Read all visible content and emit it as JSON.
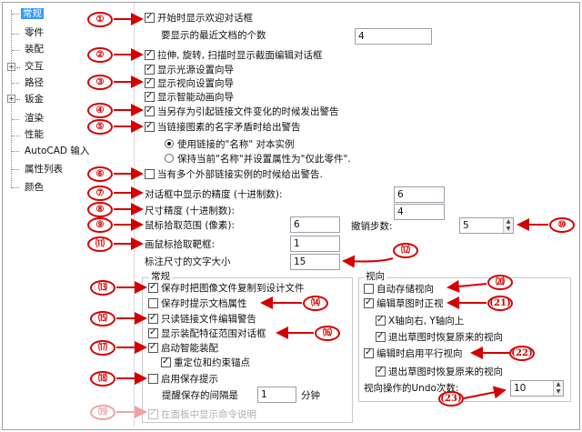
{
  "colors": {
    "annotation": "#d40000",
    "annotation_faded": "#f1a3a3",
    "selection": "#3399ff"
  },
  "tree": {
    "items": [
      {
        "label": "常规",
        "selected": true
      },
      {
        "label": "零件"
      },
      {
        "label": "装配"
      },
      {
        "label": "交互",
        "expander": "+"
      },
      {
        "label": "路径"
      },
      {
        "label": "钣金",
        "expander": "+"
      },
      {
        "label": "渲染"
      },
      {
        "label": "性能"
      },
      {
        "label": "AutoCAD 输入"
      },
      {
        "label": "属性列表"
      },
      {
        "label": "颜色"
      }
    ]
  },
  "options": {
    "show_welcome": {
      "label": "开始时显示欢迎对话框",
      "checked": true
    },
    "recent_docs": {
      "label": "要显示的最近文档的个数",
      "value": "4"
    },
    "show_section_dialog": {
      "label": "拉伸, 旋转, 扫描时显示截面编辑对话框",
      "checked": true
    },
    "light_wizard": {
      "label": "显示光源设置向导",
      "checked": true
    },
    "view_wizard": {
      "label": "显示视向设置向导",
      "checked": true
    },
    "anim_wizard": {
      "label": "显示智能动画向导",
      "checked": true
    },
    "save_as_warn": {
      "label": "当另存为引起链接文件变化的时候发出警告",
      "checked": true
    },
    "link_name_warn": {
      "label": "当链接图素的名字矛盾时给出警告",
      "checked": true
    },
    "radio_use_name": {
      "label": "使用链接的\"名称\" 对本实例",
      "selected": true
    },
    "radio_keep_name": {
      "label": "保持当前\"名称\"并设置属性为\"仅此零件\".",
      "selected": false
    },
    "multi_ext_warn": {
      "label": "当有多个外部链接实例的时候给出警告.",
      "checked": false
    },
    "dialog_precision": {
      "label": "对话框中显示的精度 (十进制数):",
      "value": "6"
    },
    "dim_precision": {
      "label": "尺寸精度 (十进制数):",
      "value": "4"
    },
    "pick_range": {
      "label": "鼠标拾取范围 (像素):",
      "value": "6"
    },
    "undo_steps": {
      "label": "撤销步数:",
      "value": "5"
    },
    "pick_target": {
      "label": "画鼠标拾取靶框:",
      "value": "1"
    },
    "label_size": {
      "label": "标注尺寸的文字大小",
      "value": "15"
    }
  },
  "general_group": {
    "title": "常规",
    "save_preview": {
      "label": "保存时把图像文件复制到设计文件",
      "checked": true
    },
    "prompt_props": {
      "label": "保存时提示文档属性",
      "checked": false
    },
    "readonly_warn": {
      "label": "只读链接文件编辑警告",
      "checked": true
    },
    "assembly_range": {
      "label": "显示装配特征范围对话框",
      "checked": true
    },
    "smart_assembly": {
      "label": "启动智能装配",
      "checked": true
    },
    "reposition_anchor": {
      "label": "重定位和约束锚点",
      "checked": true
    },
    "save_reminder": {
      "label": "启用保存提示",
      "checked": false
    },
    "reminder_interval": {
      "label": "提醒保存的间隔是",
      "value": "1",
      "unit": "分钟"
    },
    "panel_cmd_desc": {
      "label": "在面板中显示命令说明",
      "checked": true,
      "disabled": true
    }
  },
  "view_group": {
    "title": "视向",
    "auto_save_view": {
      "label": "自动存储视向",
      "checked": false
    },
    "sketch_orthographic": {
      "label": "编辑草图时正视",
      "checked": true
    },
    "x_right_y_up": {
      "label": "X轴向右, Y轴向上",
      "checked": true
    },
    "restore_view_1": {
      "label": "退出草图时恢复原来的视向",
      "checked": true
    },
    "parallel_view": {
      "label": "编辑时启用平行视向",
      "checked": true
    },
    "restore_view_2": {
      "label": "退出草图时恢复原来的视向",
      "checked": true
    },
    "undo_view": {
      "label": "视向操作的Undo次数:",
      "value": "10"
    }
  },
  "annotations": [
    "①",
    "②",
    "③",
    "④",
    "⑤",
    "⑥",
    "⑦",
    "⑧",
    "⑨",
    "⑩",
    "⑾",
    "⑿",
    "⒀",
    "⒁",
    "⒂",
    "⒃",
    "⒄",
    "⒅",
    "⒆",
    "⒇",
    "(21)",
    "(22)",
    "(23)"
  ]
}
